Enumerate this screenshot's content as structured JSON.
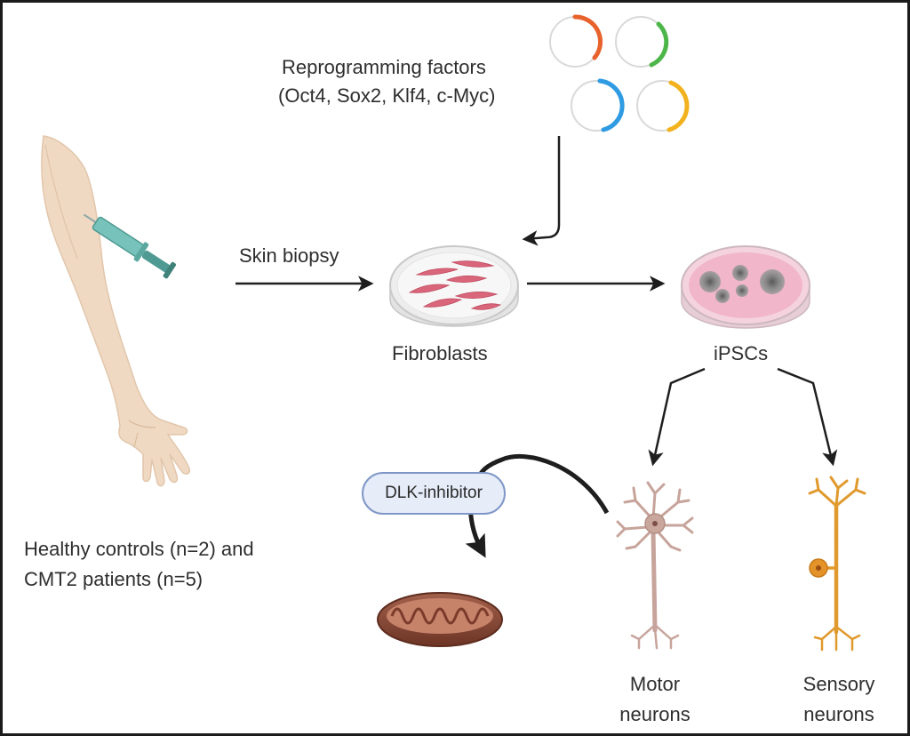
{
  "labels": {
    "reprogramming_title": "Reprogramming factors",
    "reprogramming_list": "(Oct4, Sox2, Klf4, c-Myc)",
    "skin_biopsy": "Skin biopsy",
    "fibroblasts": "Fibroblasts",
    "ipscs": "iPSCs",
    "cohort_line1": "Healthy controls (n=2) and",
    "cohort_line2": "CMT2 patients (n=5)",
    "dlk_inhibitor": "DLK-inhibitor",
    "motor_line1": "Motor",
    "motor_line2": "neurons",
    "sensory_line1": "Sensory",
    "sensory_line2": "neurons"
  },
  "colors": {
    "plasmid_orange": "#e8622c",
    "plasmid_green": "#4cb648",
    "plasmid_blue": "#2e9be3",
    "plasmid_yellow": "#f2b21e",
    "skin": "#efd9c3",
    "fibroblast": "#d9667a",
    "ipsc_medium": "#f1b6c9",
    "motor_neuron": "#c7a49b",
    "sensory_neuron": "#e0992c",
    "mitochondrion": "#8a4d3b",
    "pill_fill": "#e6ecf8"
  },
  "icons": [
    "plasmid-icon",
    "arm-icon",
    "syringe-icon",
    "petri-dish-icon",
    "ipsc-colony-icon",
    "motor-neuron-icon",
    "sensory-neuron-icon",
    "mitochondrion-icon"
  ]
}
